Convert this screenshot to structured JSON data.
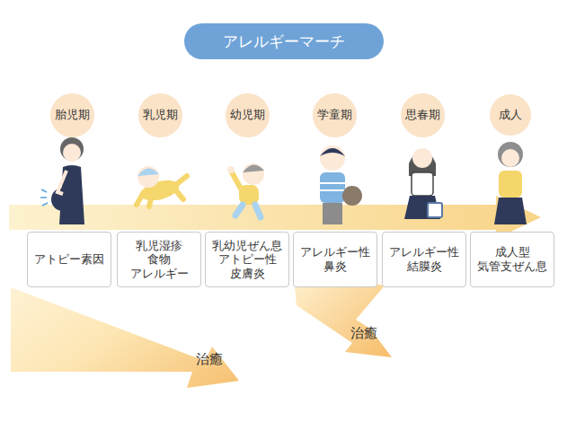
{
  "diagram": {
    "title": "アレルギーマーチ",
    "nodes": [
      {
        "text": [
          "胎児期"
        ]
      },
      {
        "text": [
          "乳児期"
        ]
      },
      {
        "text": [
          "幼児期"
        ]
      },
      {
        "text": [
          "学童期"
        ]
      },
      {
        "text": [
          "思春期"
        ]
      },
      {
        "text": [
          "成人"
        ]
      },
      {
        "text": [
          "アトピー素因"
        ]
      },
      {
        "text": [
          "乳児湿疹 食物 アレルギー"
        ]
      },
      {
        "text": [
          "乳幼児ぜん息 アトピー性 皮膚炎"
        ]
      },
      {
        "text": [
          "アレルギー性 鼻炎"
        ]
      },
      {
        "text": [
          "アレルギー性 結膜炎"
        ]
      },
      {
        "text": [
          "成人型 気管支ぜん息"
        ]
      }
    ],
    "labels": [
      "治癒",
      "治癒"
    ]
  }
}
